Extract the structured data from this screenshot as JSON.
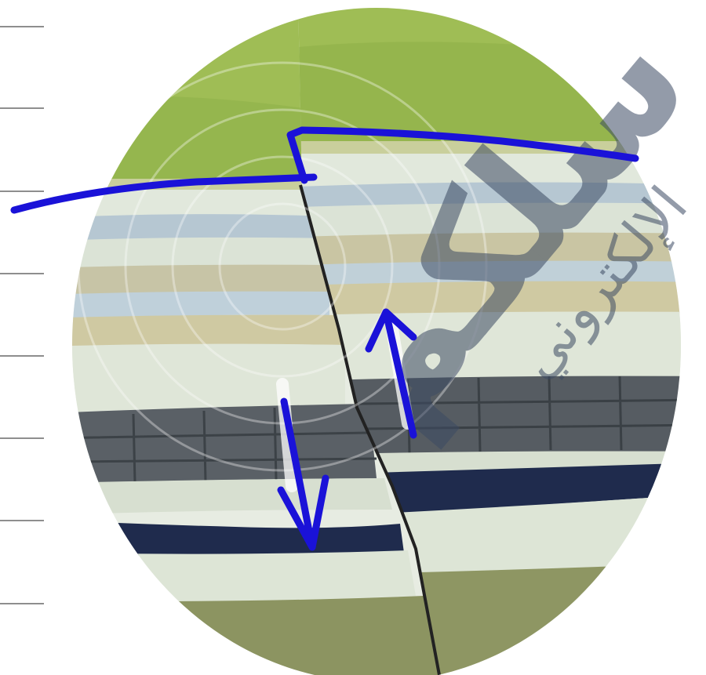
{
  "figure": {
    "subject": "geologic-fault-cross-section",
    "annotations": {
      "pen_color": "#1a12d8",
      "arrow_left_direction": "down",
      "arrow_right_direction": "up"
    },
    "watermark": {
      "text_main": "سلكم",
      "text_sub": "الإلكتروني",
      "color": "#3c4a63",
      "opacity": 0.55
    },
    "colors": {
      "grass": "#9fbd55",
      "grass_dark": "#7e9d3c",
      "rock_light": "#d9e2d6",
      "rock_tan": "#c5bb97",
      "rock_blue": "#b6c7d2",
      "rock_dark": "#4c5359",
      "rock_navy": "#1f2b4d",
      "rock_olive": "#8c9461",
      "fault_line": "#222222"
    }
  }
}
